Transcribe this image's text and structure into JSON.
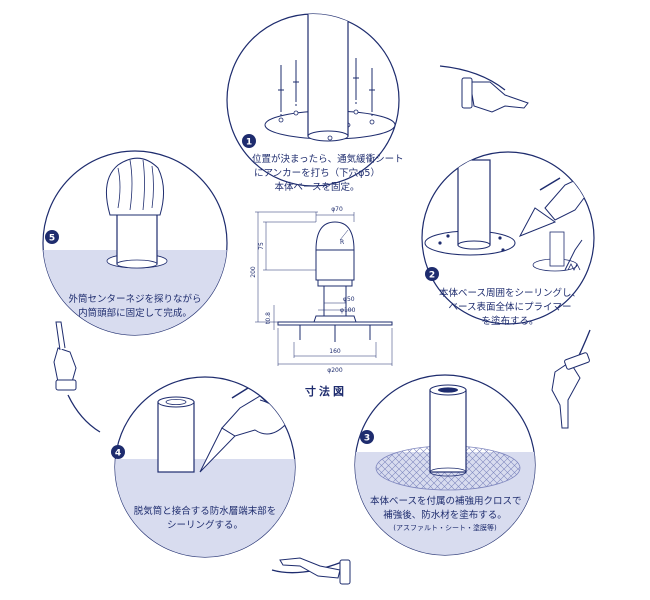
{
  "steps": [
    {
      "number": "1",
      "lines": [
        "位置が決まったら、通気緩衝シート",
        "にアンカーを打ち（下穴φ5）",
        "本体ベースを固定。"
      ]
    },
    {
      "number": "2",
      "lines": [
        "本体ベース周囲をシーリングし、",
        "ベース表面全体にプライマー",
        "を塗布する。"
      ]
    },
    {
      "number": "3",
      "lines": [
        "本体ベースを付属の補強用クロスで",
        "補強後、防水材を塗布する。"
      ],
      "note": "(アスファルト・シート・塗膜等)"
    },
    {
      "number": "4",
      "lines": [
        "脱気筒と接合する防水層端末部を",
        "シーリングする。"
      ]
    },
    {
      "number": "5",
      "lines": [
        "外筒センターネジを探りながら",
        "内筒頭部に固定して完成。"
      ]
    }
  ],
  "dimension_drawing": {
    "title": "寸法図",
    "labels": {
      "top_diameter": "φ70",
      "radius": "R",
      "height_total": "200",
      "height_head": "75",
      "base_thickness": "t0.8",
      "pipe_diameter": "φ50",
      "pipe_base_diameter": "φ100",
      "base_width": "160",
      "base_diameter": "φ200"
    }
  },
  "colors": {
    "line": "#1e2c6e",
    "panel": "#d8dcef",
    "mesh": "#8088bf"
  }
}
